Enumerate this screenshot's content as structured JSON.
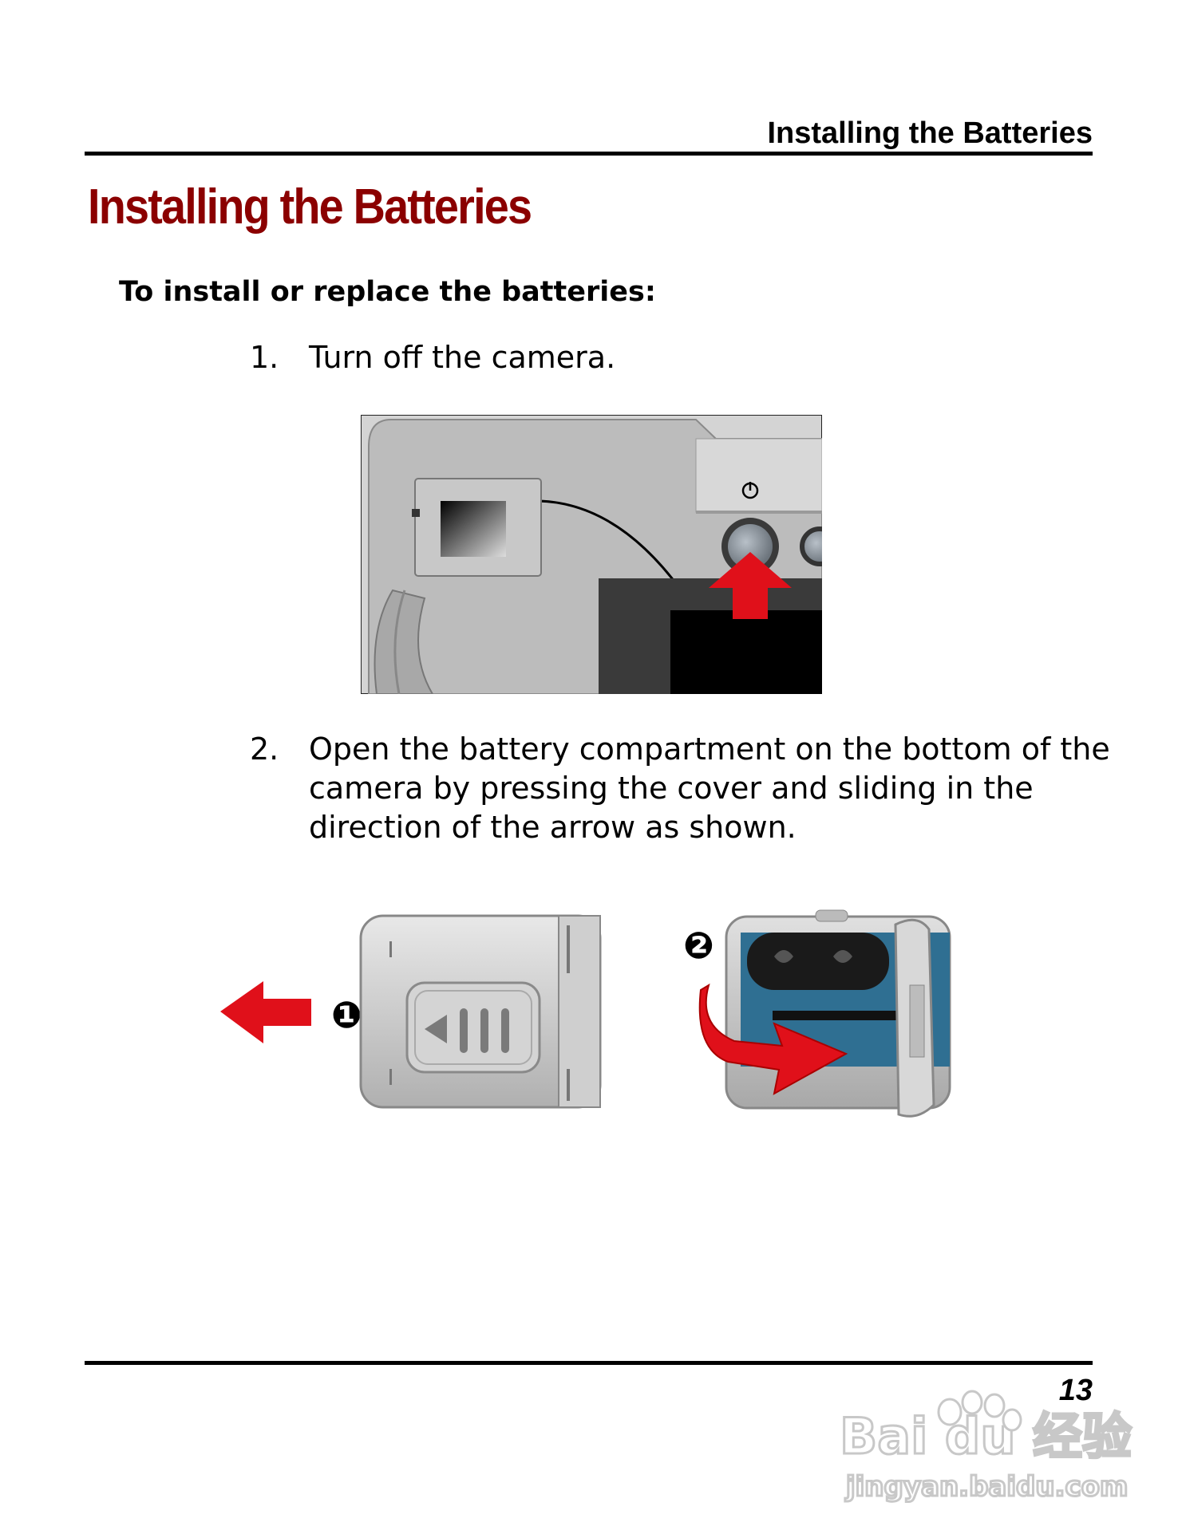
{
  "header": {
    "title": "Installing the Batteries"
  },
  "main": {
    "title": "Installing the Batteries",
    "lead_in": "To install or replace the batteries:",
    "steps": [
      {
        "number": "1.",
        "text": "Turn off the camera."
      },
      {
        "number": "2.",
        "text": "Open the battery compartment on the bottom of the camera by pressing the cover and sliding in the direction of the arrow as shown."
      }
    ],
    "figures": {
      "callout_1": "❶",
      "callout_2": "❷"
    }
  },
  "footer": {
    "page_number": "13"
  },
  "watermark": {
    "brand": "Bai du 经验",
    "url": "jingyan.baidu.com"
  },
  "colors": {
    "title_red": "#8b0000",
    "arrow_red": "#e0101a",
    "compartment_blue": "#2f6f92"
  }
}
